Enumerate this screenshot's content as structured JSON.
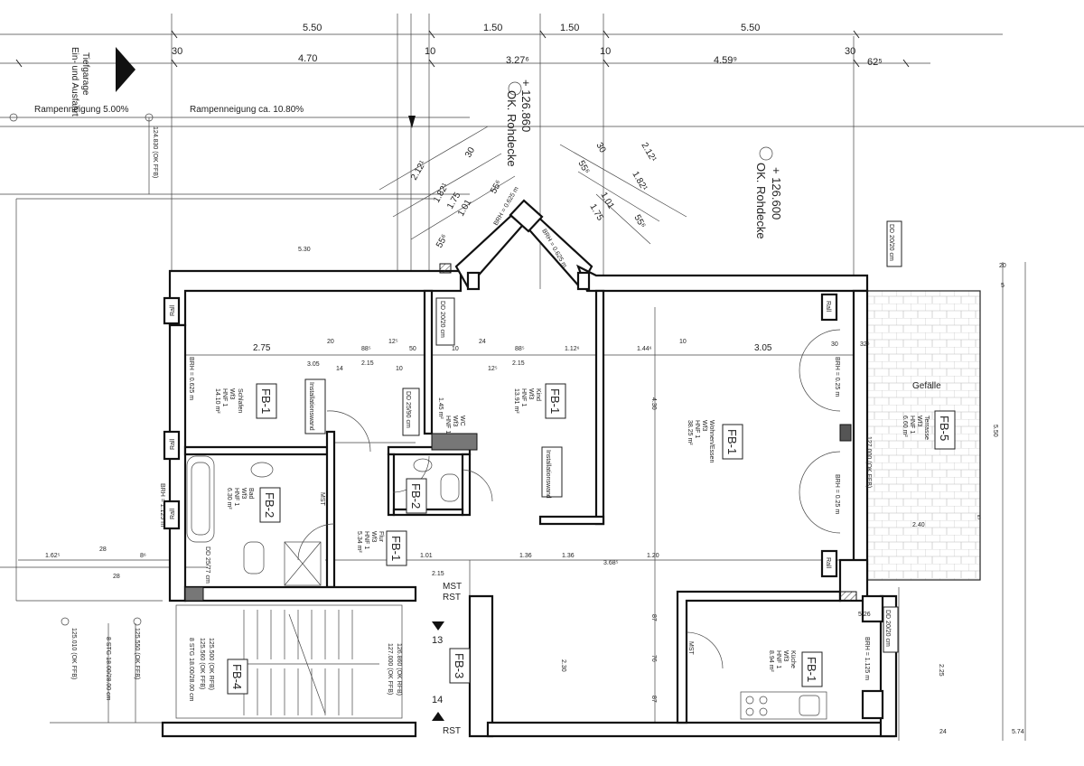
{
  "top_dims": {
    "d550a": "5.50",
    "d150a": "1.50",
    "d150b": "1.50",
    "d550b": "5.50",
    "d30a": "30",
    "d470": "4.70",
    "d10a": "10",
    "d327": "3.27⁶",
    "d10b": "10",
    "d459": "4.59⁹",
    "d30b": "30",
    "d625": "62⁵"
  },
  "garage": {
    "label1": "Ein- und Ausfahrt",
    "label2": "Tiefgarage",
    "ramp1": "Rampenneigung 5.00%",
    "ramp2": "Rampenneigung ca. 10.80%",
    "level": "124.830 (OK FFB)"
  },
  "levels": {
    "l1": "+ 126.860",
    "l1_sub": "OK. Rohdecke",
    "l2": "+ 126.600",
    "l2_sub": "OK. Rohdecke",
    "terrace": "127.000 (OK FFB)",
    "stair1": "127.000 (OK FFB)",
    "stair2": "126.860 (OK RFB)",
    "stair3": "125.560 (OK FFB)",
    "stair4": "125.500 (OK RFB)",
    "stair5": "125.550 (OK FFB)",
    "stair6": "125.010 (OK FFB)",
    "steps1": "8 STG 18.00/28.00 cm",
    "steps2": "8 STG 18.00/28.00 cm"
  },
  "diag_dims": [
    "2.12¹",
    "30",
    "1.82¹",
    "55⁶",
    "1.75",
    "1.01",
    "55⁶",
    "30",
    "2.12¹",
    "1.82¹",
    "55⁶",
    "1.01",
    "1.75",
    "55⁶"
  ],
  "rooms": [
    {
      "tag": "FB-1",
      "name": "Schlafen",
      "w": "Wf3",
      "h": "HNF 1",
      "area": "14.10 m²"
    },
    {
      "tag": "FB-1",
      "name": "Kind",
      "w": "Wf3",
      "h": "HNF 1",
      "area": "13.91 m²"
    },
    {
      "tag": "FB-1",
      "name": "Wohnen/Essen",
      "w": "Wf3",
      "h": "HNF 1",
      "area": "38.25 m²"
    },
    {
      "tag": "FB-2",
      "name": "Bad",
      "w": "Wf3",
      "h": "HNF 1",
      "area": "6.30 m²"
    },
    {
      "tag": "FB-2",
      "name": "WC",
      "w": "Wf3",
      "h": "HNF 1",
      "area": "1.45 m²"
    },
    {
      "tag": "FB-1",
      "name": "Flur",
      "w": "Wf3",
      "h": "HNF 1",
      "area": "5.34 m²"
    },
    {
      "tag": "FB-5",
      "name": "Terrasse",
      "w": "Wf3",
      "h": "HNF 1",
      "area": "6.60 m²"
    },
    {
      "tag": "FB-1",
      "name": "Küche",
      "w": "Wf3",
      "h": "HNF 1",
      "area": "8.94 m²"
    },
    {
      "tag": "FB-3",
      "name": "",
      "w": "",
      "h": "",
      "area": ""
    },
    {
      "tag": "FB-4",
      "name": "",
      "w": "",
      "h": "",
      "area": ""
    }
  ],
  "labels": {
    "rall": "Rall",
    "brh1": "BRH = 0.625 m",
    "brh2": "BRH = 1.125 m",
    "brh3": "BRH = 0.25 m",
    "brh4": "BRH = 0.25 m",
    "brh5": "BRH = 1.125 m",
    "dd1": "DD 20/20 cm",
    "dd2": "DD 25/90 cm",
    "dd3": "DD 20/20 cm",
    "dd4": "DD 20/20 cm",
    "dd5": "DD 25/77 cm",
    "brh_diag1": "BRH = 0.625 m",
    "brh_diag2": "BRH = 0.625 m",
    "gefaelle": "Gefälle",
    "mst1": "MST",
    "mst2": "MST",
    "mst3": "MST",
    "rst1": "RST",
    "rst2": "RST",
    "n13": "13",
    "n14": "14",
    "inst1": "Installationswand",
    "inst2": "Installationswand"
  },
  "inner_dims": {
    "d275": "2.75",
    "d20a": "20",
    "d88a": "88⁵",
    "d12a": "12⁵",
    "d50a": "50",
    "d10c": "10",
    "d24": "24",
    "d88b": "88⁵",
    "d112": "1.12⁶",
    "d144": "1.44⁶",
    "d10d": "10",
    "d305a": "3.05",
    "d30c": "30",
    "d326": "32⁶",
    "d305b": "3.05",
    "d14": "14",
    "d215a": "2.15",
    "d10e": "10",
    "d215b": "2.15",
    "d125": "12⁵",
    "d430": "4.30",
    "d550c": "5.50",
    "d530": "5.30",
    "d1625": "1.62⁵",
    "d28a": "28",
    "d8": "8⁶",
    "d28b": "28",
    "d101": "1.01",
    "d215c": "2.15",
    "d136a": "1.36",
    "d136b": "1.36",
    "d368": "3.68⁵",
    "d120": "1.20",
    "d240": "2.40",
    "d5a": "5",
    "d5b": "5",
    "d87a": "87",
    "d230": "2.30",
    "d76": "76",
    "d225": "2.25",
    "d87b": "87",
    "d20b": "20",
    "d24b": "24",
    "d574": "5.74",
    "d526": "5.26"
  }
}
